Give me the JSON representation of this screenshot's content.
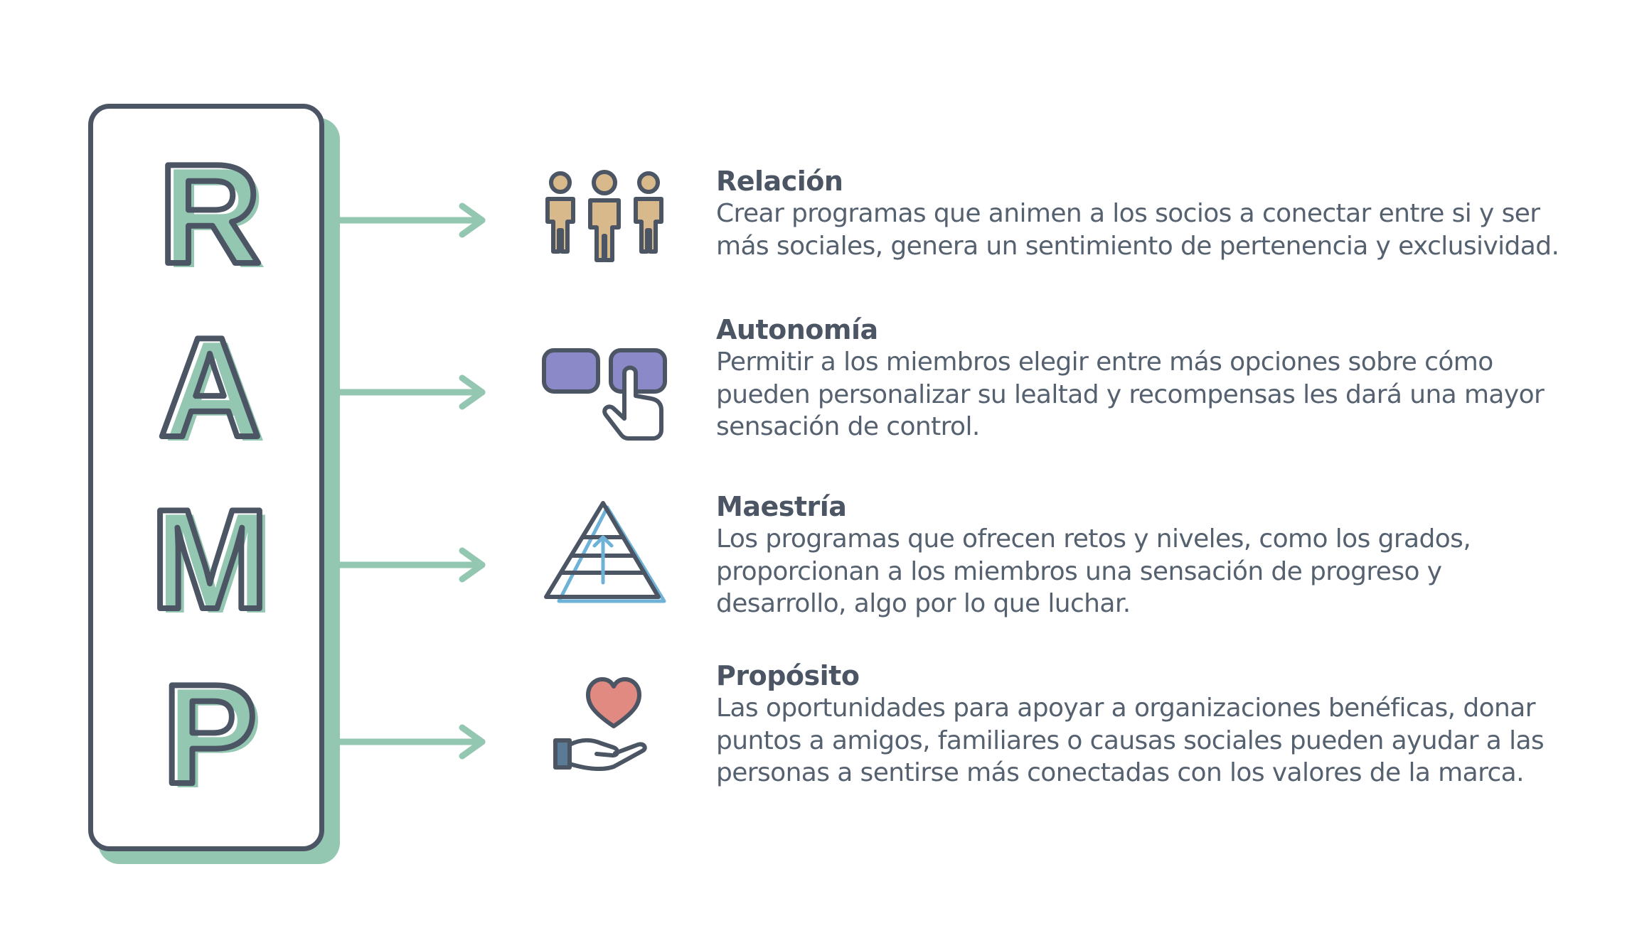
{
  "acronym": {
    "letters": [
      "R",
      "A",
      "M",
      "P"
    ]
  },
  "colors": {
    "outline": "#4b5563",
    "accent_green": "#94c7b2",
    "people_tan": "#d8b98c",
    "button_purple": "#8c89c8",
    "pyramid_blue": "#6fb2d8",
    "heart_red": "#e08a82",
    "hand_blue": "#5a7a96"
  },
  "items": [
    {
      "icon": "people-group-icon",
      "title": "Relación",
      "description": [
        "Crear programas que animen a los socios a conectar entre si y ser",
        "más sociales, genera un sentimiento de pertenencia y exclusividad."
      ]
    },
    {
      "icon": "choice-buttons-icon",
      "title": "Autonomía",
      "description": [
        "Permitir a los miembros elegir entre más opciones sobre cómo",
        "pueden personalizar su lealtad y recompensas les dará una mayor",
        "sensación de control."
      ]
    },
    {
      "icon": "pyramid-levels-icon",
      "title": "Maestría",
      "description": [
        "Los programas que ofrecen retos y niveles, como los grados,",
        "proporcionan a los miembros una sensación de progreso y",
        "desarrollo, algo por lo que luchar."
      ]
    },
    {
      "icon": "heart-hand-icon",
      "title": "Propósito",
      "description": [
        "Las oportunidades para apoyar a organizaciones benéficas, donar",
        "puntos a amigos, familiares o causas sociales pueden ayudar a las",
        "personas a sentirse más conectadas con los valores de la marca."
      ]
    }
  ]
}
